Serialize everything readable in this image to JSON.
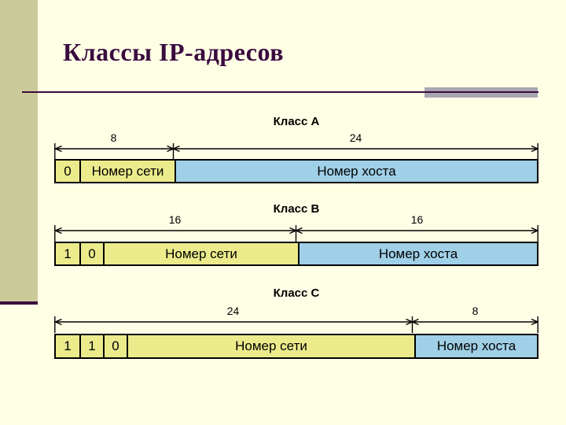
{
  "slide": {
    "title": "Классы IP-адресов"
  },
  "colors": {
    "background": "#FFFFE6",
    "sidebar": "#CBCB99",
    "accent_purple": "#3A0B3F",
    "gray_bar": "#A6A6B0",
    "cell_yellow": "#EBEB8C",
    "cell_blue": "#A0D0E8",
    "table_border": "#000000"
  },
  "diagrams": [
    {
      "label": "Класс A",
      "segments": [
        {
          "bits": "8"
        },
        {
          "bits": "24"
        }
      ],
      "cells": [
        {
          "text": "0"
        },
        {
          "text": "Номер сети"
        },
        {
          "text": "Номер хоста"
        }
      ]
    },
    {
      "label": "Класс B",
      "segments": [
        {
          "bits": "16"
        },
        {
          "bits": "16"
        }
      ],
      "cells": [
        {
          "text": "1"
        },
        {
          "text": "0"
        },
        {
          "text": "Номер сети"
        },
        {
          "text": "Номер хоста"
        }
      ]
    },
    {
      "label": "Класс C",
      "segments": [
        {
          "bits": "24"
        },
        {
          "bits": "8"
        }
      ],
      "cells": [
        {
          "text": "1"
        },
        {
          "text": "1"
        },
        {
          "text": "0"
        },
        {
          "text": "Номер сети"
        },
        {
          "text": "Номер хоста"
        }
      ]
    }
  ]
}
